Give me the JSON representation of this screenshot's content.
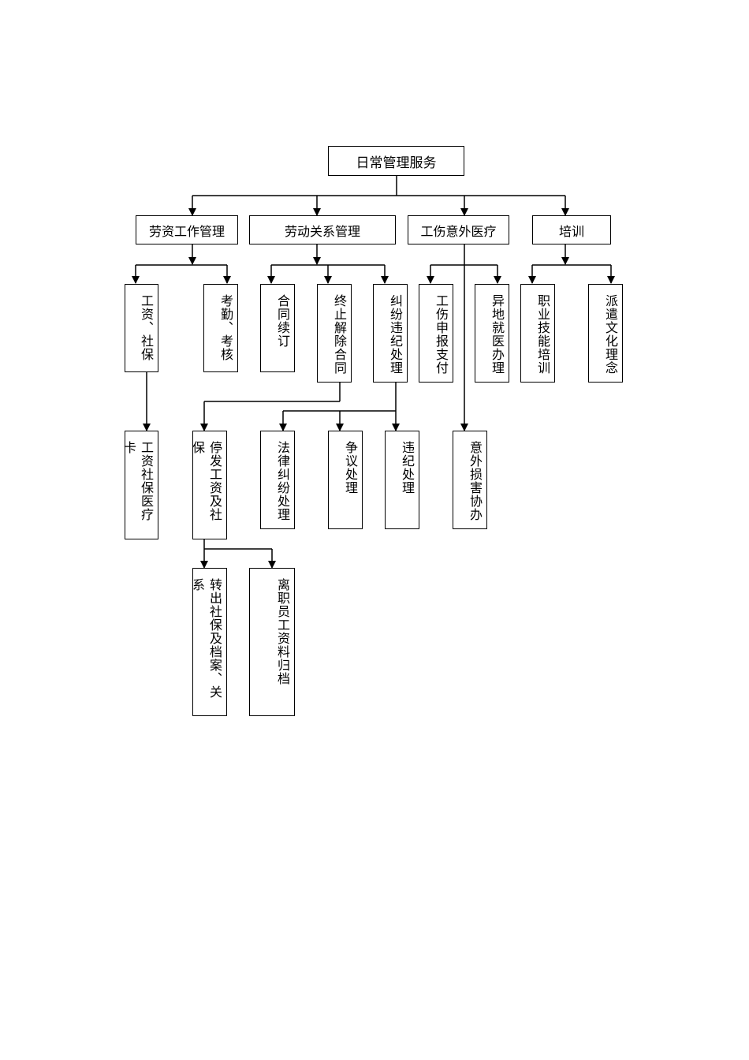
{
  "root": "日常管理服务",
  "categories": [
    "劳资工作管理",
    "劳动关系管理",
    "工伤意外医疗",
    "培训"
  ],
  "level3": {
    "salary_social": "工资、社保",
    "attendance": "考勤、考核",
    "contract_renewal": "合同续订",
    "terminate_contract": "终止解除合同",
    "dispute_discipline": "纠纷违纪处理",
    "injury_report_pay": "工伤申报支付",
    "offsite_medical": "异地就医办理",
    "skills_training": "职业技能培训",
    "dispatch_culture": "派遣文化理念"
  },
  "level4": {
    "salary_card": "工资社保医疗卡",
    "stop_pay": "停发工资及社保",
    "legal_dispute": "法律纠纷处理",
    "dispute_handling": "争议处理",
    "discipline_handling": "违纪处理",
    "accident_assist": "意外损害协办"
  },
  "level5": {
    "transfer_out": "转出社保及档案、关系",
    "archive": "离职员工资料归档"
  }
}
